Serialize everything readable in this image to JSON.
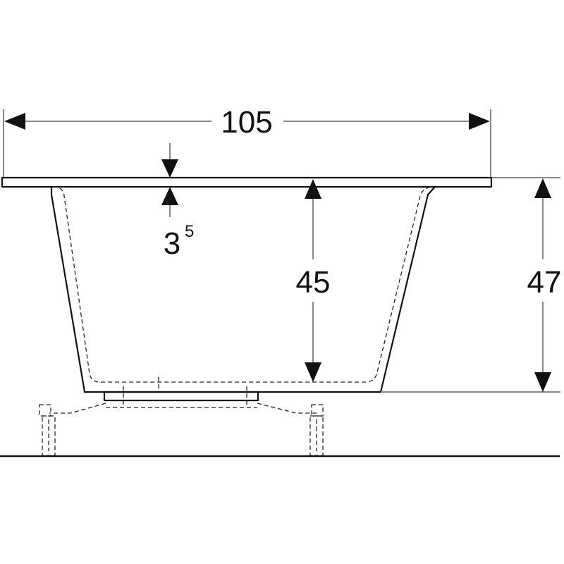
{
  "diagram": {
    "dimensions": {
      "overall_width": "105",
      "rim_thickness": "3",
      "rim_thickness_superscript": "5",
      "inner_depth": "45",
      "overall_height": "47"
    },
    "colors": {
      "line": "#111111",
      "background": "#ffffff"
    }
  }
}
